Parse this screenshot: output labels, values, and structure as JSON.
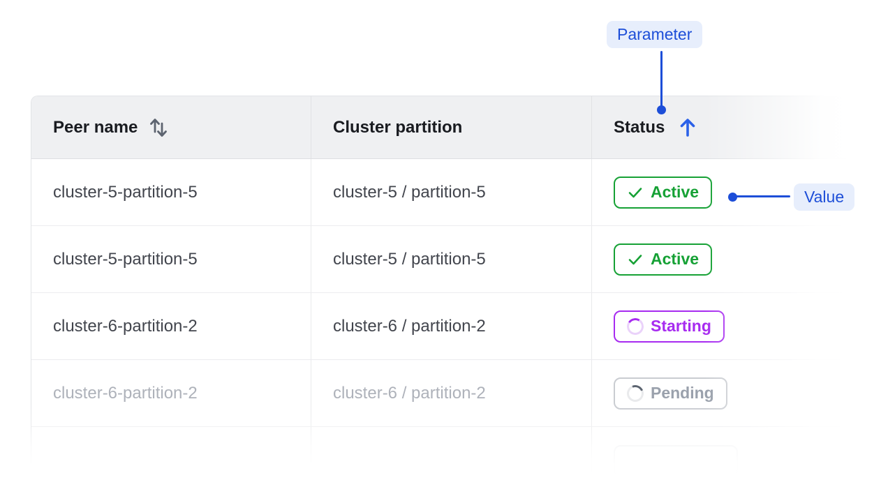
{
  "callouts": {
    "parameter": "Parameter",
    "value": "Value"
  },
  "table": {
    "columns": [
      {
        "label": "Peer name",
        "sort_icon": "up-down"
      },
      {
        "label": "Cluster partition",
        "sort_icon": "none"
      },
      {
        "label": "Status",
        "sort_icon": "up"
      }
    ],
    "rows": [
      {
        "peer": "cluster-5-partition-5",
        "partition": "cluster-5 / partition-5",
        "status": "Active",
        "status_kind": "active",
        "muted": false
      },
      {
        "peer": "cluster-5-partition-5",
        "partition": "cluster-5 / partition-5",
        "status": "Active",
        "status_kind": "active",
        "muted": false
      },
      {
        "peer": "cluster-6-partition-2",
        "partition": "cluster-6 / partition-2",
        "status": "Starting",
        "status_kind": "starting",
        "muted": false
      },
      {
        "peer": "cluster-6-partition-2",
        "partition": "cluster-6 / partition-2",
        "status": "Pending",
        "status_kind": "pending",
        "muted": true
      },
      {
        "peer": "",
        "partition": "",
        "status": "",
        "status_kind": "ghost",
        "muted": true
      }
    ]
  },
  "colors": {
    "accent_blue": "#1d4ed8",
    "callout_bg": "#e7eefc",
    "sort_arrow_blue": "#2b61e8",
    "sort_arrows_gray": "#5d6470",
    "active_green": "#16a135",
    "starting_purple": "#a72bf0",
    "pending_text": "#9aa1ac",
    "pending_border": "#c9ccd1",
    "header_bg": "#eff0f2",
    "header_text": "#191b20",
    "cell_text": "#42454d",
    "muted_text": "#aeb2ba",
    "row_border": "#ececef"
  }
}
